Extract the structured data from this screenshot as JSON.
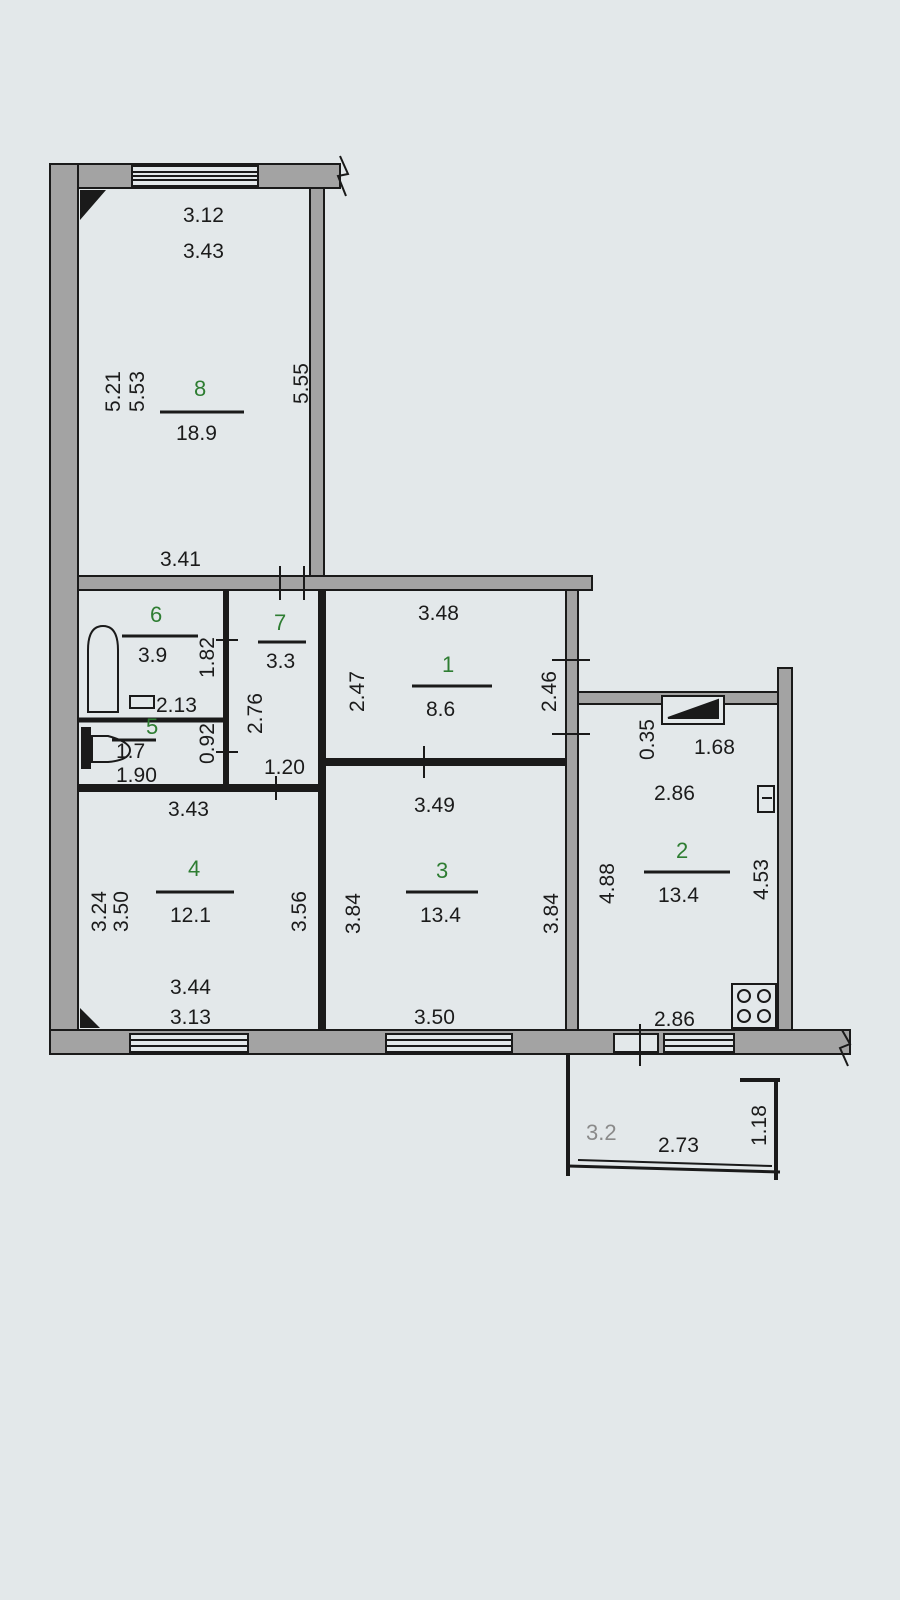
{
  "colors": {
    "wall": "#a3a3a3",
    "line": "#1a1a1a",
    "paper": "#e3e8ea",
    "room_number": "#2e7d32",
    "balcony_number": "#8a8a8a"
  },
  "rooms": {
    "r8": {
      "number": "8",
      "area": "18.9",
      "width_top": "3.12",
      "width_top2": "3.43",
      "len_left": "5.21",
      "len_left2": "5.53",
      "len_right": "5.55",
      "width_bottom": "3.41"
    },
    "r1": {
      "number": "1",
      "area": "8.6",
      "width_top": "3.48",
      "len_left": "2.47",
      "len_right": "2.46",
      "width_bottom": "3.49"
    },
    "r6": {
      "number": "6",
      "area": "3.9",
      "len": "1.82",
      "width": "2.13"
    },
    "r7": {
      "number": "7",
      "area": "3.3",
      "len": "2.76",
      "width": "1.20"
    },
    "r5": {
      "number": "5",
      "area": "1.7",
      "len": "0.92",
      "width": "1.90"
    },
    "r4": {
      "number": "4",
      "area": "12.1",
      "width_top": "3.43",
      "len_left": "3.24",
      "len_left2": "3.50",
      "len_right": "3.56",
      "width_bottom": "3.44",
      "width_bottom2": "3.13"
    },
    "r3": {
      "number": "3",
      "area": "13.4",
      "len_left": "3.84",
      "len_right": "3.84",
      "width_bottom": "3.50"
    },
    "r2": {
      "number": "2",
      "area": "13.4",
      "niche_depth": "0.35",
      "niche_width": "1.68",
      "width_top": "2.86",
      "len_left": "4.88",
      "len_right": "4.53",
      "width_bottom": "2.86"
    },
    "balcony": {
      "number": "3.2",
      "width": "2.73",
      "depth": "1.18"
    }
  },
  "fixtures": [
    "bathtub-icon",
    "toilet-icon",
    "sink-icon",
    "stove-icon",
    "vent-shaft-icon"
  ]
}
